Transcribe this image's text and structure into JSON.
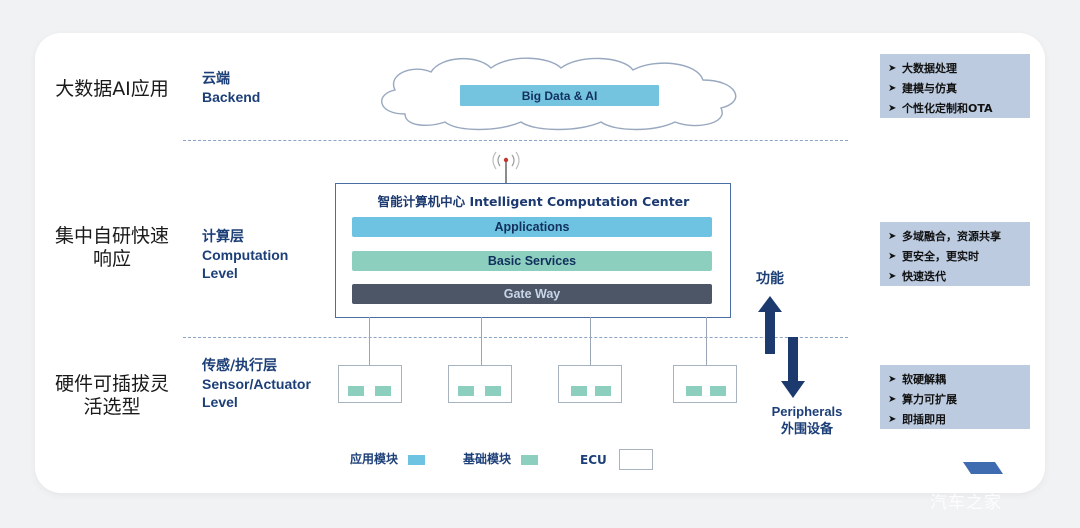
{
  "rows": [
    {
      "title": "大数据AI应用",
      "tier_cn": "云端",
      "tier_en": "Backend"
    },
    {
      "title": "集中自研快速响应",
      "tier_cn": "计算层",
      "tier_en": "Computation Level"
    },
    {
      "title": "硬件可插拔灵活选型",
      "tier_cn": "传感/执行层",
      "tier_en": "Sensor/Actuator Level"
    }
  ],
  "cloud": {
    "label": "Big Data & AI"
  },
  "center": {
    "title": "智能计算机中心 Intelligent Computation Center",
    "bars": [
      "Applications",
      "Basic Services",
      "Gate Way"
    ]
  },
  "arrows": {
    "up_label": "功能",
    "down_label_en": "Peripherals",
    "down_label_cn": "外围设备"
  },
  "features": [
    [
      "大数据处理",
      "建模与仿真",
      "个性化定制和OTA"
    ],
    [
      "多域融合，资源共享",
      "更安全，更实时",
      "快速迭代"
    ],
    [
      "软硬解耦",
      "算力可扩展",
      "即插即用"
    ]
  ],
  "legend": {
    "app_module": "应用模块",
    "basic_module": "基础模块",
    "ecu": "ECU"
  },
  "colors": {
    "app": "#6fc3e2",
    "basic": "#8dcfbe",
    "gateway": "#4c5666",
    "navy": "#1c3f78",
    "feature_bg": "#bccbe0"
  },
  "icons": [
    "cloud-icon",
    "antenna-icon",
    "arrow-up-icon",
    "arrow-down-icon",
    "chevron-right-icon"
  ],
  "watermark": "汽车之家"
}
